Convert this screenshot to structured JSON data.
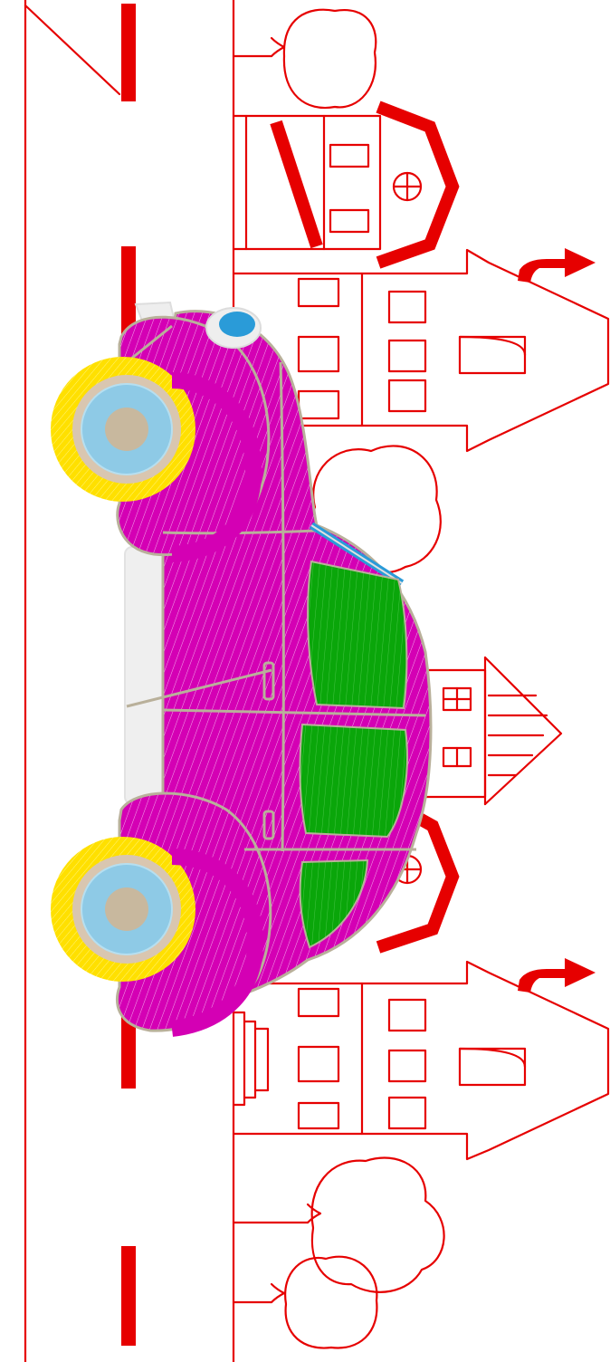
{
  "scene": {
    "subject": "car-icon",
    "colors": {
      "line": "#e60000",
      "car_body": "#d400b4",
      "car_outline": "#b9b09a",
      "window": "#0aa60a",
      "tire": "#ffe000",
      "hubcap": "#c8b89e",
      "hub_ring": "#8ecae6",
      "headlight": "#2a9bd8",
      "bumper": "#eeeeee",
      "background": "#ffffff"
    },
    "elements": [
      "road-line",
      "road-dash",
      "curb-line",
      "tree-icon",
      "house-icon",
      "arrow-icon",
      "car-icon"
    ]
  }
}
